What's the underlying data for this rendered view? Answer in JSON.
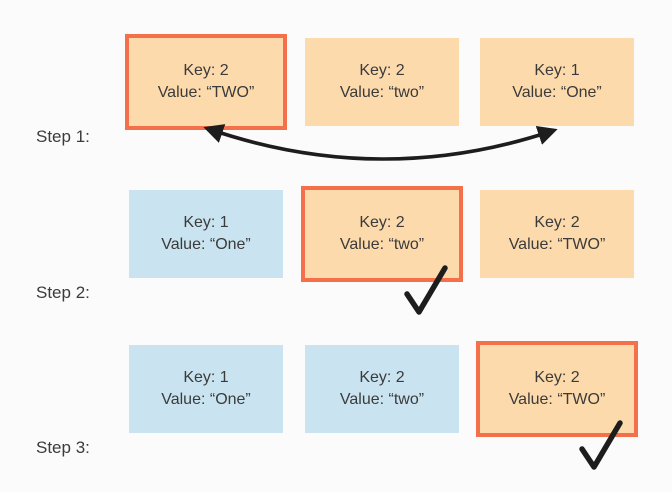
{
  "colors": {
    "bg": "#fbfbfb",
    "orange_fill": "#fcdaab",
    "blue_fill": "#c9e4f0",
    "highlight": "#f3704b",
    "ink": "#1d1d1d",
    "text": "#3b3b3b"
  },
  "icons": {
    "swap_arrow": "curved-double-headed-arrow",
    "checkmark": "check"
  },
  "steps": [
    {
      "label": "Step 1:",
      "annotation": "swap-arrow between first and third box",
      "boxes": [
        {
          "line1": "Key: 2",
          "line2": "Value: “TWO”",
          "color": "orange",
          "highlighted": true
        },
        {
          "line1": "Key: 2",
          "line2": "Value: “two”",
          "color": "orange",
          "highlighted": false
        },
        {
          "line1": "Key: 1",
          "line2": "Value: “One”",
          "color": "orange",
          "highlighted": false
        }
      ]
    },
    {
      "label": "Step 2:",
      "annotation": "checkmark below second box",
      "boxes": [
        {
          "line1": "Key: 1",
          "line2": "Value: “One”",
          "color": "blue",
          "highlighted": false
        },
        {
          "line1": "Key: 2",
          "line2": "Value: “two”",
          "color": "orange",
          "highlighted": true
        },
        {
          "line1": "Key: 2",
          "line2": "Value: “TWO”",
          "color": "orange",
          "highlighted": false
        }
      ]
    },
    {
      "label": "Step 3:",
      "annotation": "checkmark below third box",
      "boxes": [
        {
          "line1": "Key: 1",
          "line2": "Value: “One”",
          "color": "blue",
          "highlighted": false
        },
        {
          "line1": "Key: 2",
          "line2": "Value: “two”",
          "color": "blue",
          "highlighted": false
        },
        {
          "line1": "Key: 2",
          "line2": "Value: “TWO”",
          "color": "orange",
          "highlighted": true
        }
      ]
    }
  ]
}
